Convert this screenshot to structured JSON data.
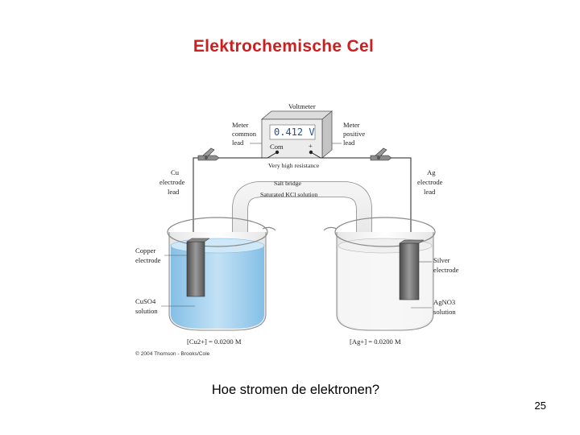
{
  "slide": {
    "title": "Elektrochemische Cel",
    "question": "Hoe stromen de elektronen?",
    "page_number": "25"
  },
  "diagram": {
    "voltmeter": {
      "label": "Voltmeter",
      "reading": "0.412 V",
      "com_label": "Com",
      "plus_label": "+",
      "resistance_label": "Very high resistance"
    },
    "leads": {
      "common": [
        "Meter",
        "common",
        "lead"
      ],
      "positive": [
        "Meter",
        "positive",
        "lead"
      ],
      "cu": [
        "Cu",
        "electrode",
        "lead"
      ],
      "ag": [
        "Ag",
        "electrode",
        "lead"
      ]
    },
    "salt_bridge": {
      "label": "Salt bridge",
      "solution": "Saturated KCl solution"
    },
    "left_cell": {
      "electrode": [
        "Copper",
        "electrode"
      ],
      "solution": [
        "CuSO4",
        "solution"
      ],
      "concentration": "[Cu2+] = 0.0200 M"
    },
    "right_cell": {
      "electrode": [
        "Silver",
        "electrode"
      ],
      "solution": [
        "AgNO3",
        "solution"
      ],
      "concentration": "[Ag+] = 0.0200 M"
    },
    "copyright": "© 2004 Thomson - Brooks/Cole",
    "colors": {
      "solution_blue": "#a9d3ee",
      "glass_outline": "#8a8a8a",
      "electrode": "#6b6b6b",
      "title_red": "#cc1f1f"
    }
  }
}
